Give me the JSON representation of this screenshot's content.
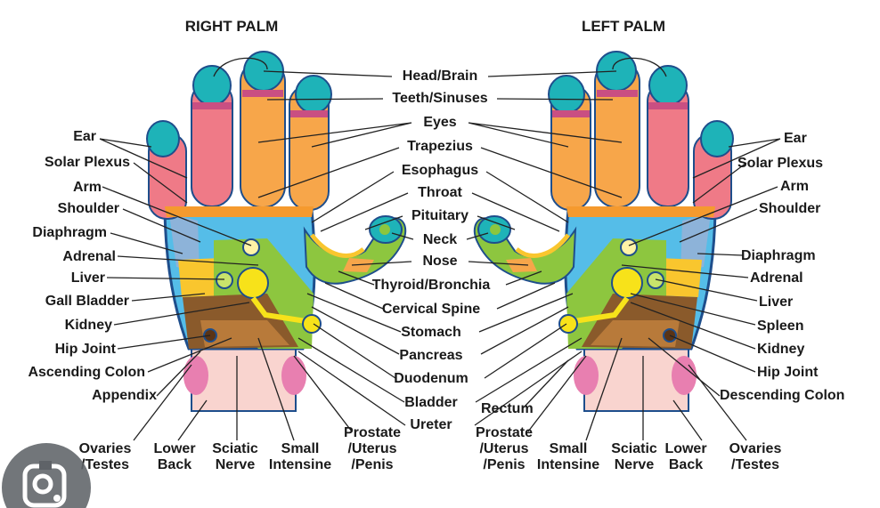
{
  "titles": {
    "right_palm": "RIGHT PALM",
    "left_palm": "LEFT PALM"
  },
  "center": [
    "Head/Brain",
    "Teeth/Sinuses",
    "Eyes",
    "Trapezius",
    "Esophagus",
    "Throat",
    "Pituitary",
    "Neck",
    "Nose",
    "Thyroid/Bronchia",
    "Cervical Spine",
    "Stomach",
    "Pancreas",
    "Duodenum",
    "Bladder",
    "Ureter"
  ],
  "right_side": [
    "Ear",
    "Solar Plexus",
    "Arm",
    "Shoulder",
    "Diaphragm",
    "Adrenal",
    "Liver",
    "Gall Bladder",
    "Kidney",
    "Hip Joint",
    "Ascending Colon",
    "Appendix"
  ],
  "left_side": [
    "Ear",
    "Solar Plexus",
    "Arm",
    "Shoulder",
    "Diaphragm",
    "Adrenal",
    "Liver",
    "Spleen",
    "Kidney",
    "Hip Joint",
    "Descending Colon",
    "Rectum"
  ],
  "bottom_right": {
    "ovaries": "Ovaries /Testes",
    "lower_back": "Lower Back",
    "sciatic": "Sciatic Nerve",
    "small": "Small Intensine",
    "prostate": "Prostate /Uterus /Penis"
  },
  "bottom_left": {
    "prostate": "Prostate /Uterus /Penis",
    "small": "Small Intensine",
    "sciatic": "Sciatic Nerve",
    "lower_back": "Lower Back",
    "ovaries": "Ovaries /Testes"
  },
  "colors": {
    "fingertip": "#1eb3b8",
    "finger_orange": "#f7a64a",
    "finger_pink": "#ef7a87",
    "palm_blue": "#55bde8",
    "palm_green": "#8dc63f",
    "palm_brown": "#8a5a2b",
    "palm_yellow": "#f7e21a",
    "wrist": "#f9d4cf",
    "outline": "#1e4e8c"
  },
  "icons": {
    "lens": "google-lens-icon"
  }
}
